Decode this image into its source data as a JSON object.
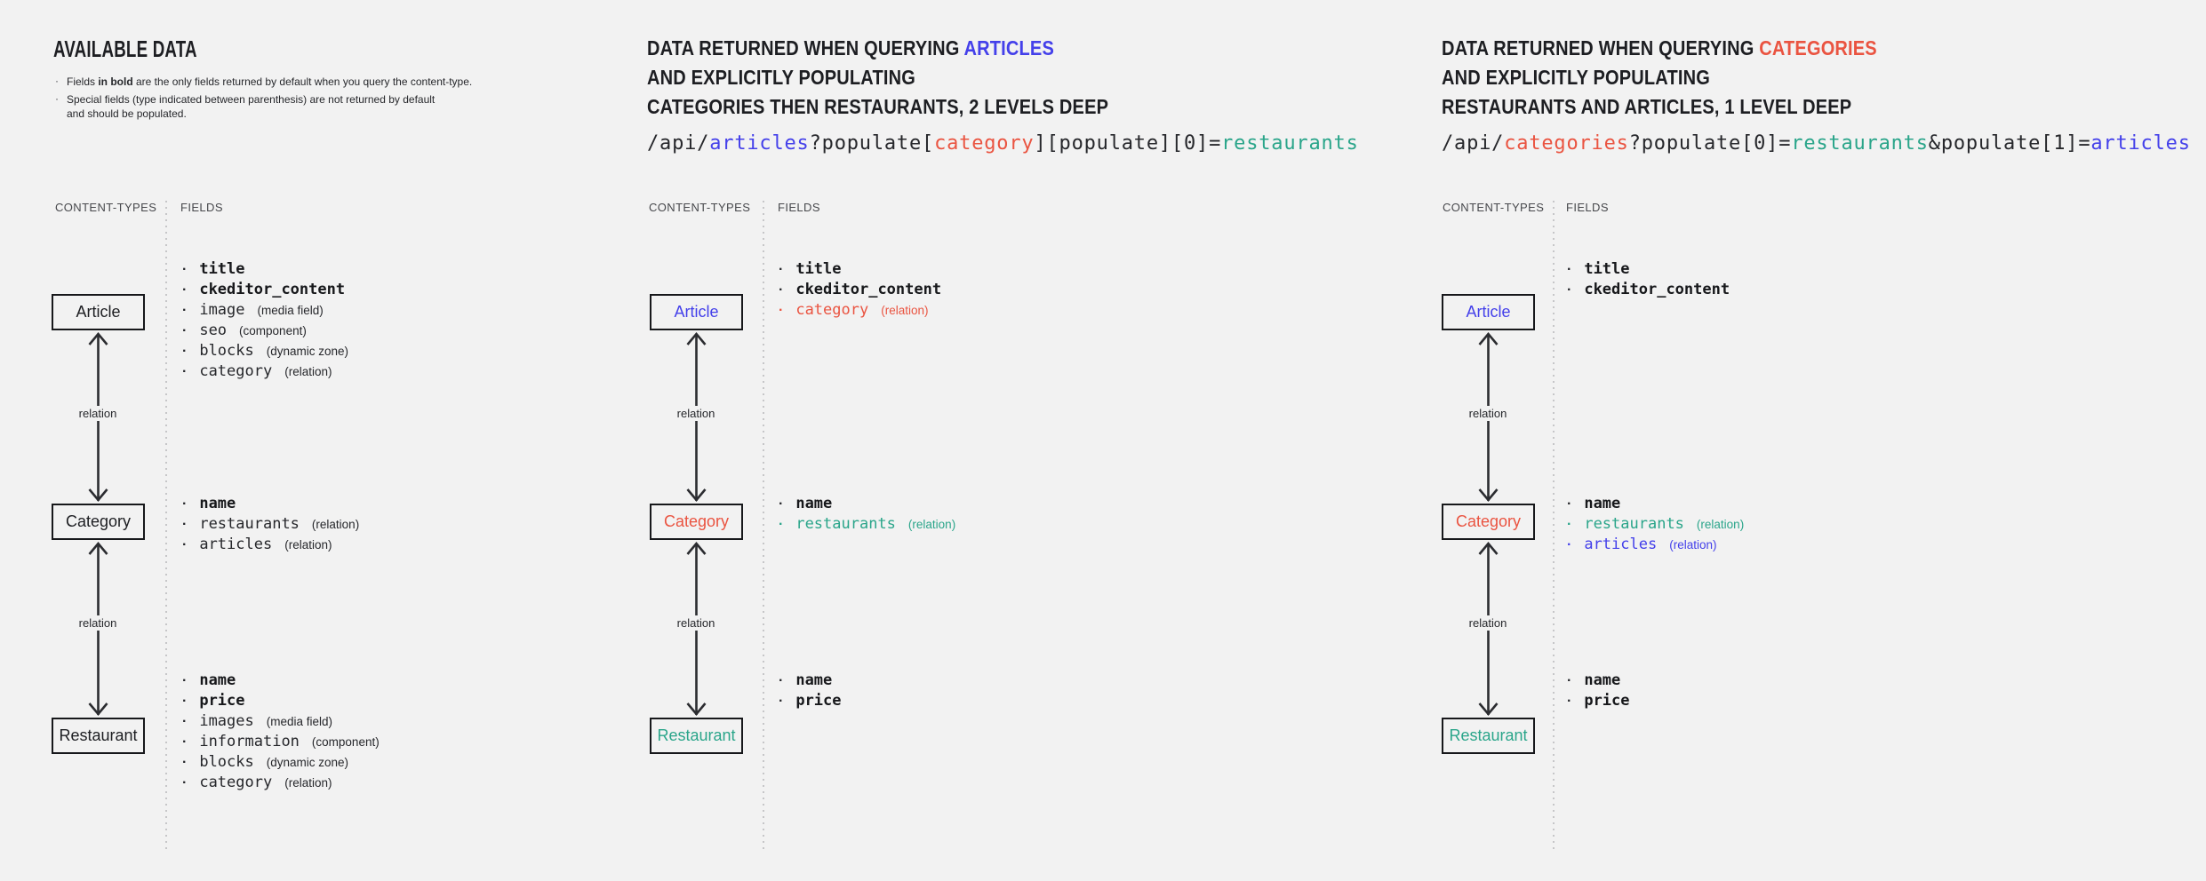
{
  "colors": {
    "bg": "#f2f2f2",
    "dark": "#1d1e22",
    "muted": "#47484c",
    "line": "#2b2c30",
    "dot": "#c6c6c8",
    "blue": "#4440ea",
    "red": "#ea5441",
    "teal": "#2aa58a"
  },
  "labels": {
    "content_types": "CONTENT-TYPES",
    "fields": "FIELDS",
    "relation": "relation"
  },
  "legend": {
    "title": "AVAILABLE DATA",
    "note1": {
      "pre": "Fields ",
      "bold": "in bold",
      "post": " are the only fields returned by default when you query the content-type."
    },
    "note2": {
      "line1": "Special fields (type indicated between parenthesis) are not returned by default",
      "line2": "and should be populated."
    }
  },
  "panels": [
    {
      "nodes": [
        {
          "label": "Article",
          "fields": [
            {
              "name": "title"
            },
            {
              "name": "ckeditor_content"
            },
            {
              "name": "image",
              "type": "(media field)"
            },
            {
              "name": "seo",
              "type": "(component)"
            },
            {
              "name": "blocks",
              "type": "(dynamic zone)"
            },
            {
              "name": "category",
              "type": "(relation)"
            }
          ]
        },
        {
          "label": "Category",
          "fields": [
            {
              "name": "name"
            },
            {
              "name": "restaurants",
              "type": "(relation)"
            },
            {
              "name": "articles",
              "type": "(relation)"
            }
          ]
        },
        {
          "label": "Restaurant",
          "fields": [
            {
              "name": "name"
            },
            {
              "name": "price"
            },
            {
              "name": "images",
              "type": "(media field)"
            },
            {
              "name": "information",
              "type": "(component)"
            },
            {
              "name": "blocks",
              "type": "(dynamic zone)"
            },
            {
              "name": "category",
              "type": "(relation)"
            }
          ]
        }
      ]
    },
    {
      "header": {
        "line1_pre": "DATA RETURNED WHEN QUERYING ",
        "line1_highlight": "ARTICLES",
        "line2": "AND EXPLICITLY POPULATING",
        "line3": "CATEGORIES THEN RESTAURANTS, 2 LEVELS DEEP"
      },
      "api": [
        {
          "text": "/api/"
        },
        {
          "text": "articles"
        },
        {
          "text": "?populate["
        },
        {
          "text": "category"
        },
        {
          "text": "][populate][0]="
        },
        {
          "text": "restaurants"
        }
      ],
      "nodes": [
        {
          "label": "Article",
          "fields": [
            {
              "name": "title"
            },
            {
              "name": "ckeditor_content"
            },
            {
              "name": "category",
              "type": "(relation)"
            }
          ]
        },
        {
          "label": "Category",
          "fields": [
            {
              "name": "name"
            },
            {
              "name": "restaurants",
              "type": "(relation)"
            }
          ]
        },
        {
          "label": "Restaurant",
          "fields": [
            {
              "name": "name"
            },
            {
              "name": "price"
            }
          ]
        }
      ]
    },
    {
      "header": {
        "line1_pre": "DATA RETURNED WHEN QUERYING ",
        "line1_highlight": "CATEGORIES",
        "line2": "AND EXPLICITLY POPULATING",
        "line3": "RESTAURANTS AND ARTICLES, 1 LEVEL DEEP"
      },
      "api": [
        {
          "text": "/api/"
        },
        {
          "text": "categories"
        },
        {
          "text": "?populate[0]="
        },
        {
          "text": "restaurants"
        },
        {
          "text": "&populate[1]="
        },
        {
          "text": "articles"
        }
      ],
      "nodes": [
        {
          "label": "Article",
          "fields": [
            {
              "name": "title"
            },
            {
              "name": "ckeditor_content"
            }
          ]
        },
        {
          "label": "Category",
          "fields": [
            {
              "name": "name"
            },
            {
              "name": "restaurants",
              "type": "(relation)"
            },
            {
              "name": "articles",
              "type": "(relation)"
            }
          ]
        },
        {
          "label": "Restaurant",
          "fields": [
            {
              "name": "name"
            },
            {
              "name": "price"
            }
          ]
        }
      ]
    }
  ]
}
